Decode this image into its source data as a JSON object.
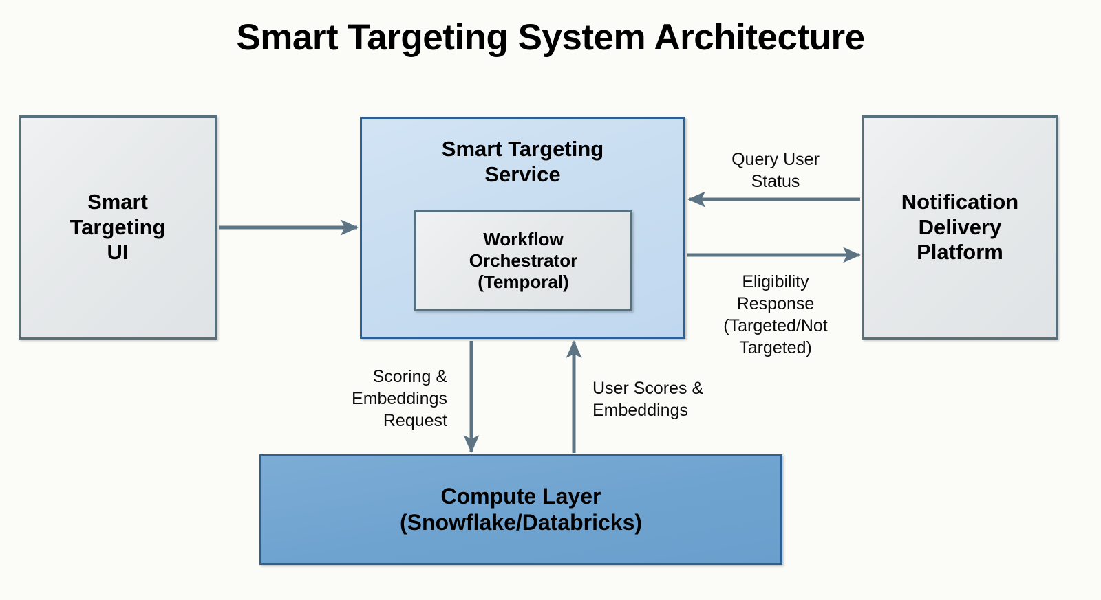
{
  "title": "Smart Targeting System Architecture",
  "colors": {
    "background": "#fbfbf8",
    "grey_node_fill": "#e6e9ea",
    "grey_node_border": "#56707e",
    "lightblue_node_fill": "#c7dcf0",
    "blue_node_border": "#2c5f93",
    "blue_node_fill": "#6fa3cf",
    "connector": "#5c7483",
    "text": "#000000"
  },
  "nodes": {
    "ui": {
      "label": "Smart\nTargeting\nUI",
      "style": "grey"
    },
    "service": {
      "label": "Smart Targeting\nService",
      "style": "light-blue"
    },
    "orchestrator": {
      "label": "Workflow\nOrchestrator\n(Temporal)",
      "style": "grey"
    },
    "notification": {
      "label": "Notification\nDelivery\nPlatform",
      "style": "grey"
    },
    "compute": {
      "label": "Compute Layer\n(Snowflake/Databricks)",
      "style": "blue"
    }
  },
  "edges": [
    {
      "id": "ui-to-service",
      "from": "ui",
      "to": "service",
      "label": "",
      "direction": "right"
    },
    {
      "id": "notification-to-service",
      "from": "notification",
      "to": "service",
      "label": "Query User\nStatus",
      "direction": "left"
    },
    {
      "id": "service-to-notification",
      "from": "service",
      "to": "notification",
      "label": "Eligibility\nResponse\n(Targeted/Not\nTargeted)",
      "direction": "right"
    },
    {
      "id": "service-to-compute",
      "from": "service",
      "to": "compute",
      "label": "Scoring &\nEmbeddings\nRequest",
      "direction": "down"
    },
    {
      "id": "compute-to-service",
      "from": "compute",
      "to": "service",
      "label": "User Scores &\nEmbeddings",
      "direction": "up"
    }
  ]
}
